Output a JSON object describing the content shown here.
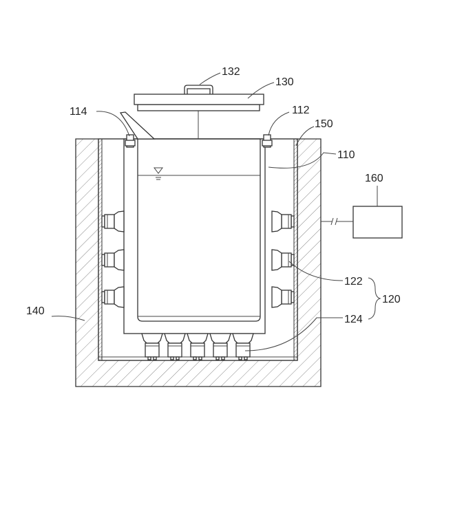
{
  "labels": {
    "l132": "132",
    "l130": "130",
    "l114": "114",
    "l112": "112",
    "l150": "150",
    "l110": "110",
    "l160": "160",
    "l122": "122",
    "l120": "120",
    "l124": "124",
    "l140": "140"
  },
  "colors": {
    "line": "#333333",
    "background": "#ffffff"
  }
}
